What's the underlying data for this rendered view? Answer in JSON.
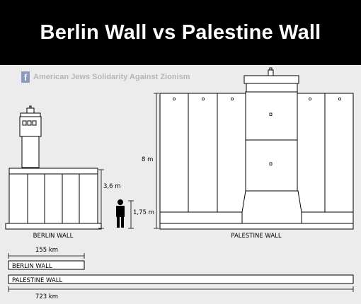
{
  "title": "Berlin Wall vs Palestine Wall",
  "credit": {
    "icon": "facebook-icon",
    "text": "American Jews Solidarity Against Zionism"
  },
  "berlin": {
    "label": "BERLIN WALL",
    "height_label": "3,6 m",
    "height_m": 3.6,
    "length_label": "155 km",
    "length_km": 155
  },
  "person": {
    "height_label": "1,75 m",
    "height_m": 1.75
  },
  "palestine": {
    "label": "PALESTINE WALL",
    "height_label": "8 m",
    "height_m": 8,
    "length_label": "723 km",
    "length_km": 723
  },
  "colors": {
    "header_bg": "#000000",
    "header_text": "#ffffff",
    "background": "#ececec",
    "line": "#000000",
    "facebook": "#3b5998"
  }
}
